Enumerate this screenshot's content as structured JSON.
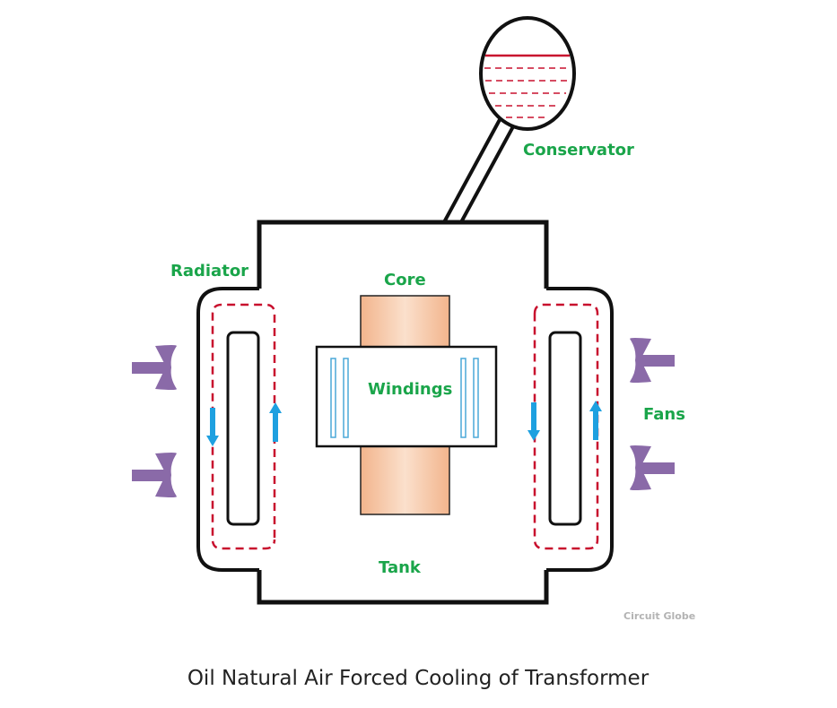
{
  "labels": {
    "conservator": "Conservator",
    "radiator": "Radiator",
    "core": "Core",
    "windings": "Windings",
    "fans": "Fans",
    "tank": "Tank"
  },
  "watermark": "Circuit Globe",
  "caption": "Oil Natural Air Forced Cooling of Transformer",
  "colors": {
    "label_green": "#1aa54a",
    "oil_path_red": "#c8102e",
    "arrow_blue": "#1ea0e0",
    "fan_purple": "#8a6aa8",
    "core_orange": "#f6c7a6",
    "winding_blue": "#4aa8d8"
  },
  "icons": [
    "fan-icon",
    "arrow-up-icon",
    "arrow-down-icon"
  ]
}
